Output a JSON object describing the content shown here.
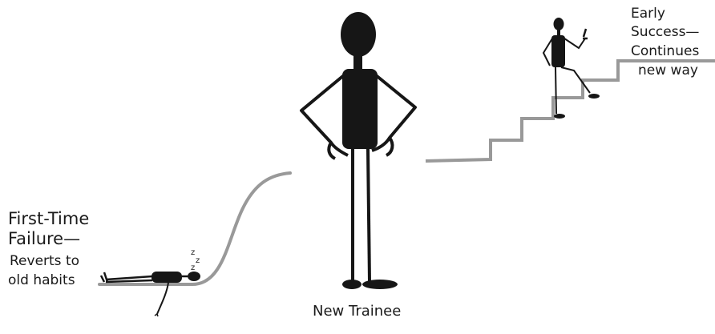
{
  "labels": {
    "failure_line1": "First-Time",
    "failure_line2": "Failure—",
    "failure_line3": "Reverts to",
    "failure_line4": "old habits",
    "success_line1": "Early",
    "success_line2": "Success—",
    "success_line3": "Continues",
    "success_line4": "new way",
    "trainee": "New Trainee",
    "snore1": "z",
    "snore2": "z",
    "snore3": "z"
  },
  "colors": {
    "path": "#999999",
    "figure": "#161616",
    "text": "#1a1a1a"
  }
}
